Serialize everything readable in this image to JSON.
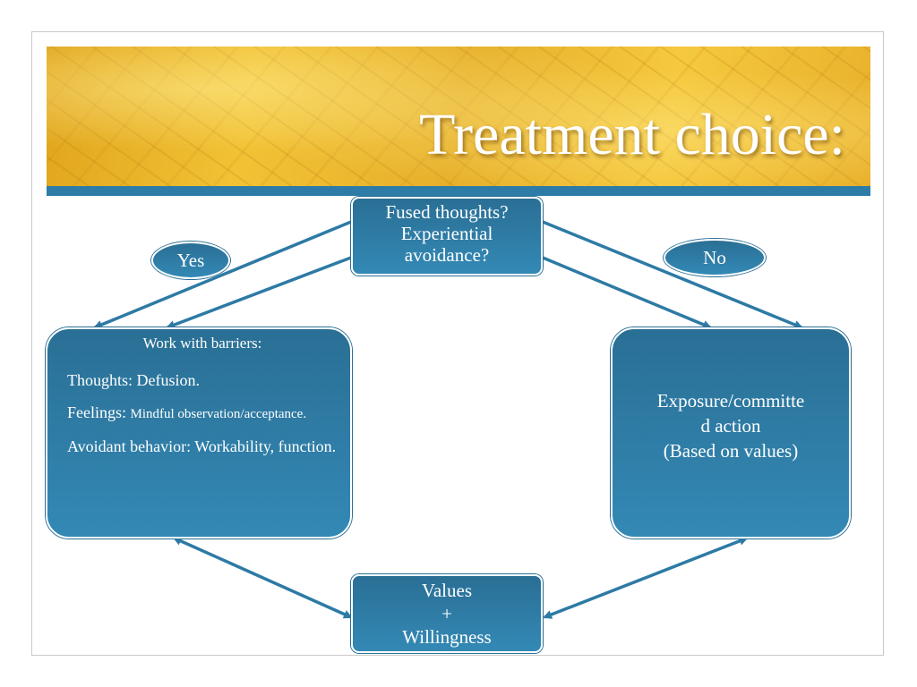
{
  "slide": {
    "title": "Treatment choice:"
  },
  "nodes": {
    "question": {
      "line1": "Fused thoughts?",
      "line2": "Experiential",
      "line3": "avoidance?"
    },
    "barriers": {
      "title": "Work with barriers:",
      "thoughts": "Thoughts: Defusion.",
      "feelings_label": "Feelings: ",
      "feelings_detail": "Mindful observation/acceptance.",
      "behavior": "Avoidant behavior: Workability, function."
    },
    "exposure": {
      "line1": "Exposure/committe",
      "line2": "d action",
      "line3": "(Based on values)"
    },
    "values": {
      "line1": "Values",
      "line2": "+",
      "line3": "Willingness"
    }
  },
  "labels": {
    "yes": "Yes",
    "no": "No"
  },
  "colors": {
    "node_fill_top": "#2a6f95",
    "node_fill_bottom": "#3389b5",
    "connector": "#2d7aa5",
    "banner_gold": "#f2c235",
    "title_text": "#ffffff"
  }
}
